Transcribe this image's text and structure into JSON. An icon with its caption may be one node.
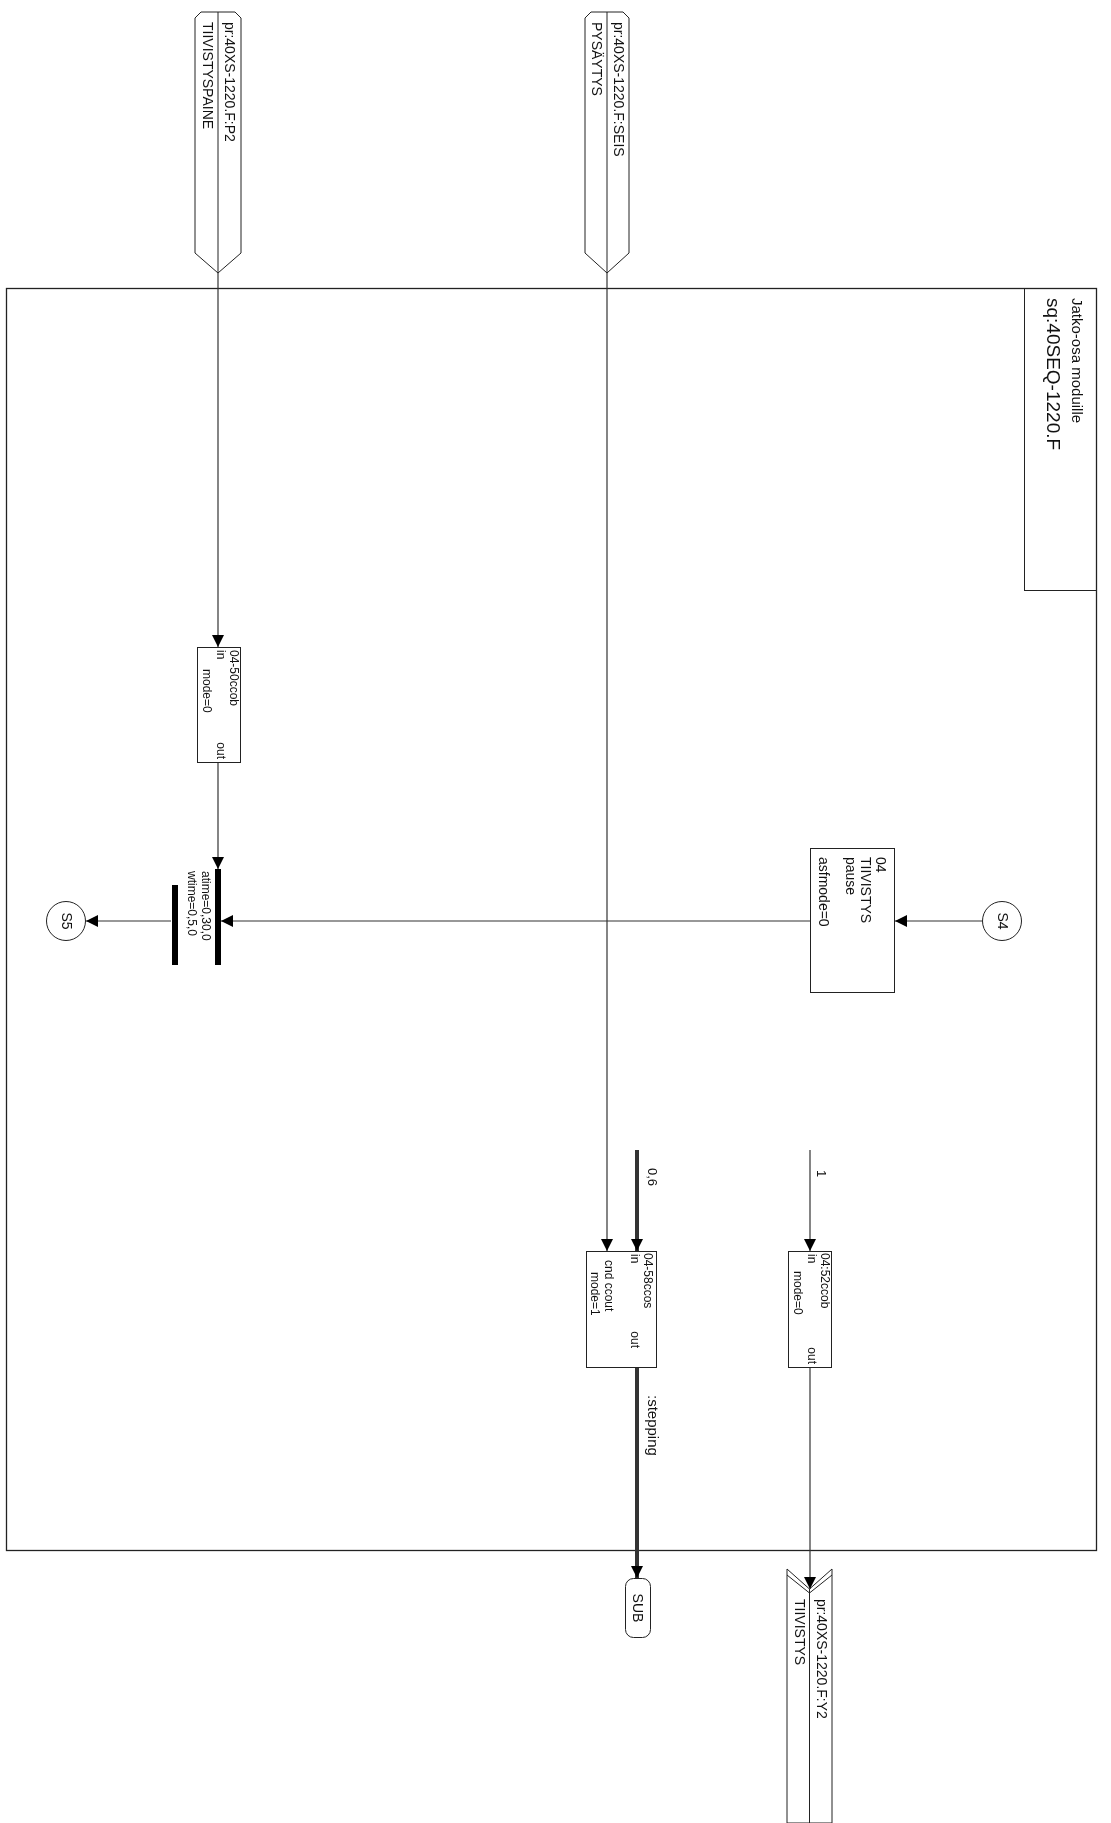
{
  "diagram": {
    "nodes": [
      {
        "text": [
          "Jatko-osa moduille",
          "sq:40SEQ-1220.F"
        ]
      },
      {
        "text": [
          "pr:40XS-1220.F:P2",
          "TIIVISTYSPAINE"
        ]
      },
      {
        "text": [
          "pr:40XS-1220.F:SEIS",
          "PYSÄYTYS"
        ]
      },
      {
        "text": [
          "04-50ccob",
          "in",
          "out",
          "mode=0"
        ],
        "in": 0
      },
      {
        "text": [
          "atime=0,30,0",
          "wtime=0,5,0"
        ],
        "in": 0
      },
      {
        "text": [
          "S5"
        ],
        "in": 0
      },
      {
        "text": [
          "04",
          "TIIVISTYS",
          "pause",
          "asfmode=0"
        ],
        "in": 0
      },
      {
        "text": [
          "S4"
        ],
        "in": 0
      },
      {
        "text": [
          "04-58ccos",
          "in",
          "out",
          "cnd ccout",
          "mode=1"
        ],
        "in": 0
      },
      {
        "text": [
          "04:52ccob",
          "in",
          "out",
          "mode=0"
        ],
        "in": 0
      },
      {
        "text": [
          "SUB"
        ]
      },
      {
        "text": [
          "pr:40XS-1220.F:Y2",
          "TIIVISTYS"
        ]
      }
    ],
    "edges": [
      {
        "from": 1,
        "to": 3,
        "arrow": "to"
      },
      {
        "from": 3,
        "to": 4,
        "arrow": "to"
      },
      {
        "from": 2,
        "to": 8,
        "arrow": "to"
      },
      {
        "from": 6,
        "to": 4,
        "arrow": "to"
      },
      {
        "from": 4,
        "to": 5,
        "arrow": "to"
      },
      {
        "from": 7,
        "to": 6,
        "arrow": "to"
      },
      {
        "from": null,
        "to": 8,
        "arrow": "to",
        "label": "0,6",
        "style": "thick"
      },
      {
        "from": null,
        "to": 9,
        "arrow": "to",
        "label": "1"
      },
      {
        "from": 8,
        "to": 10,
        "arrow": "to",
        "label": ":stepping",
        "style": "thick"
      },
      {
        "from": 9,
        "to": 11,
        "arrow": "to"
      }
    ]
  }
}
